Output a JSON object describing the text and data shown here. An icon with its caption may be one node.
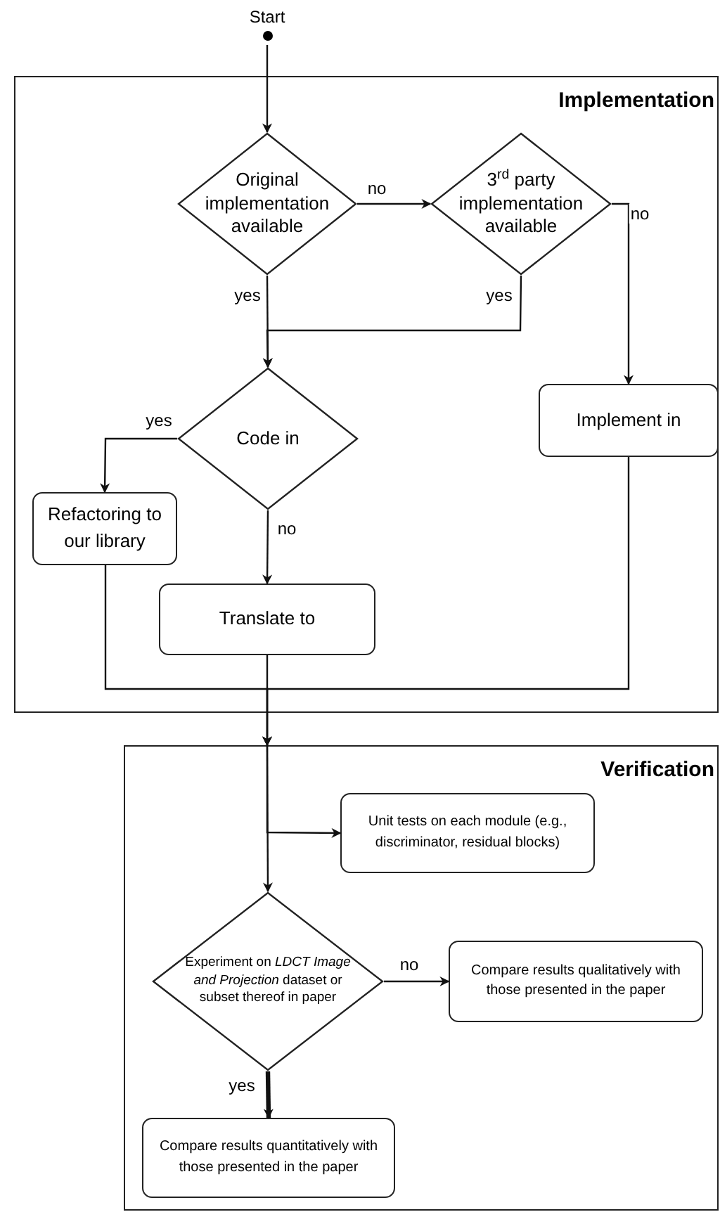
{
  "diagram": {
    "nodes": [
      {
        "text": [
          "Start"
        ]
      },
      {
        "text": [
          "Implementation"
        ]
      },
      {
        "text": [
          "Original implementation available"
        ],
        "in": 1
      },
      {
        "text": [
          "3$^{rd}$ party implementation available"
        ],
        "in": 1
      },
      {
        "text": [
          "Code in"
        ],
        "in": 1
      },
      {
        "text": [
          "Implement in"
        ],
        "in": 1
      },
      {
        "text": [
          "Refactoring to our library"
        ],
        "in": 1
      },
      {
        "text": [
          "Translate to"
        ],
        "in": 1
      },
      {
        "text": [
          "Verification"
        ]
      },
      {
        "text": [
          "Unit tests on each module (e.g., discriminator, residual blocks)"
        ],
        "in": 8
      },
      {
        "text": [
          "Experiment on *LDCT Image and Projection* dataset or subset thereof in paper"
        ],
        "in": 8
      },
      {
        "text": [
          "Compare results qualitatively with those presented in the paper"
        ],
        "in": 8
      },
      {
        "text": [
          "Compare results quantitatively with those presented in the paper"
        ],
        "in": 8
      }
    ],
    "edges": [
      {
        "from": 0,
        "to": 2,
        "arrow": "to"
      },
      {
        "from": 2,
        "to": 3,
        "arrow": "to",
        "label": "no"
      },
      {
        "from": 2,
        "to": 4,
        "arrow": "to",
        "label": "yes"
      },
      {
        "from": 3,
        "to": 4,
        "arrow": "to",
        "label": "yes"
      },
      {
        "from": 3,
        "to": 5,
        "arrow": "to",
        "label": "no"
      },
      {
        "from": 4,
        "to": 6,
        "arrow": "to",
        "label": "yes"
      },
      {
        "from": 4,
        "to": 7,
        "arrow": "to",
        "label": "no"
      },
      {
        "from": 6,
        "to": 8,
        "arrow": "to"
      },
      {
        "from": 7,
        "to": 8,
        "arrow": "to"
      },
      {
        "from": 5,
        "to": 8,
        "arrow": "to"
      },
      {
        "from": 8,
        "to": 9,
        "arrow": "to"
      },
      {
        "from": 8,
        "to": 10,
        "arrow": "to"
      },
      {
        "from": 10,
        "to": 11,
        "arrow": "to",
        "label": "no"
      },
      {
        "from": 10,
        "to": 12,
        "arrow": "to",
        "label": "yes",
        "style": "thick"
      }
    ]
  }
}
